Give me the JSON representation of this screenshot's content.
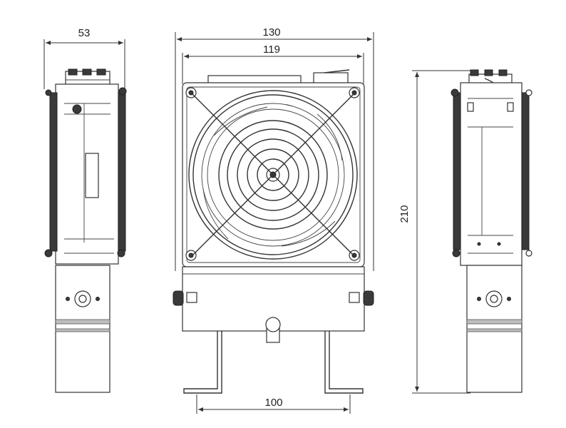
{
  "dimensions": {
    "side_depth": "53",
    "front_total_width": "130",
    "front_fan_width": "119",
    "base_width": "100",
    "total_height": "210"
  },
  "colors": {
    "line": "#333333",
    "fill_dark": "#3a3a3a",
    "fill_grey": "#bdbdbd"
  }
}
